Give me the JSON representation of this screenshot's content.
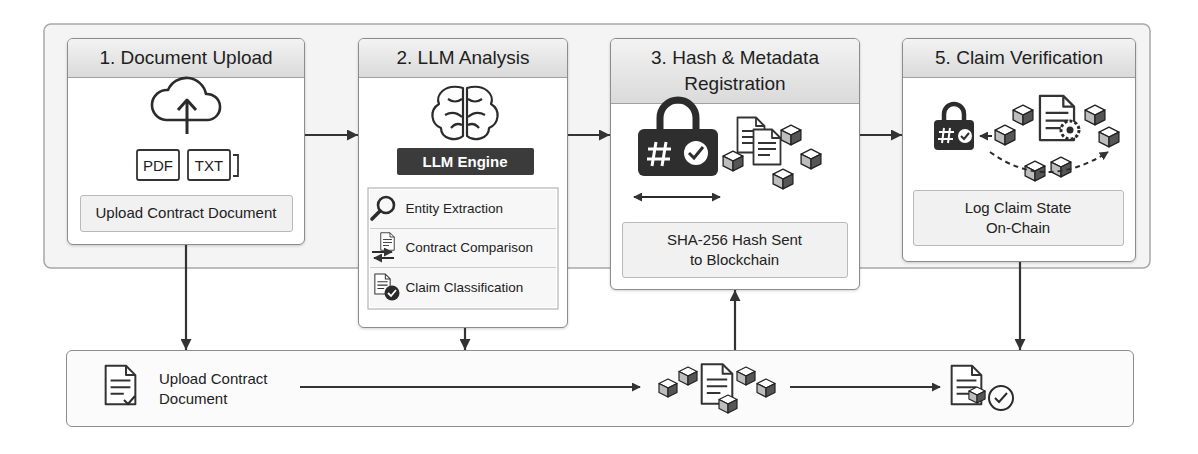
{
  "diagram": {
    "nodes": [
      {
        "text": [
          "1. Document Upload"
        ]
      },
      {
        "text": [
          "Upload Contract Document"
        ],
        "in": 0
      },
      {
        "text": [
          "2. LLM Analysis"
        ]
      },
      {
        "text": [
          "LLM Engine"
        ],
        "in": 2
      },
      {
        "text": [
          "Entity Extraction"
        ],
        "in": 2
      },
      {
        "text": [
          "Contract Comparison"
        ],
        "in": 2
      },
      {
        "text": [
          "Claim Classification"
        ],
        "in": 2
      },
      {
        "text": [
          "3. Hash & Metadata Registration"
        ]
      },
      {
        "text": [
          "SHA-256 Hash Sent to Blockchain"
        ],
        "in": 7
      },
      {
        "text": [
          "5. Claim Verification"
        ]
      },
      {
        "text": [
          "Log Claim State On-Chain"
        ],
        "in": 9
      },
      {
        "text": [
          "Upload Contract Document"
        ]
      }
    ],
    "edges": [
      {
        "from": 0,
        "to": 2,
        "arrow": "to"
      },
      {
        "from": 2,
        "to": 7,
        "arrow": "to"
      },
      {
        "from": 7,
        "to": 9,
        "arrow": "to"
      },
      {
        "from": 0,
        "to": 11,
        "arrow": "to"
      },
      {
        "from": 2,
        "to": 11,
        "arrow": "to"
      },
      {
        "from": 11,
        "to": 7,
        "arrow": "to"
      },
      {
        "from": 9,
        "to": 11,
        "arrow": "to"
      }
    ],
    "labels": [
      "PDF",
      "TXT"
    ]
  }
}
